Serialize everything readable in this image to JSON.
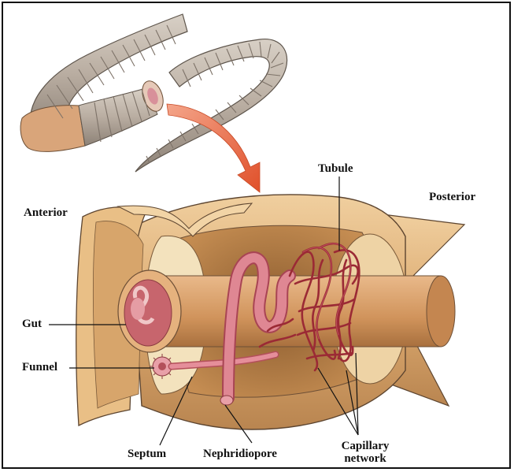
{
  "labels": {
    "tubule": "Tubule",
    "posterior": "Posterior",
    "anterior": "Anterior",
    "gut": "Gut",
    "funnel": "Funnel",
    "septum": "Septum",
    "nephridiopore": "Nephridiopore",
    "capillary_line1": "Capillary",
    "capillary_line2": "network"
  },
  "colors": {
    "worm_skin": "#b9ada1",
    "worm_ring": "#8a7f74",
    "body_tan": "#e3b681",
    "body_dark": "#b98a55",
    "gut": "#d49a66",
    "gut_inner": "#c7656d",
    "nephridium": "#d77a86",
    "capillary": "#9b2a35",
    "arrow": "#e4623a"
  }
}
